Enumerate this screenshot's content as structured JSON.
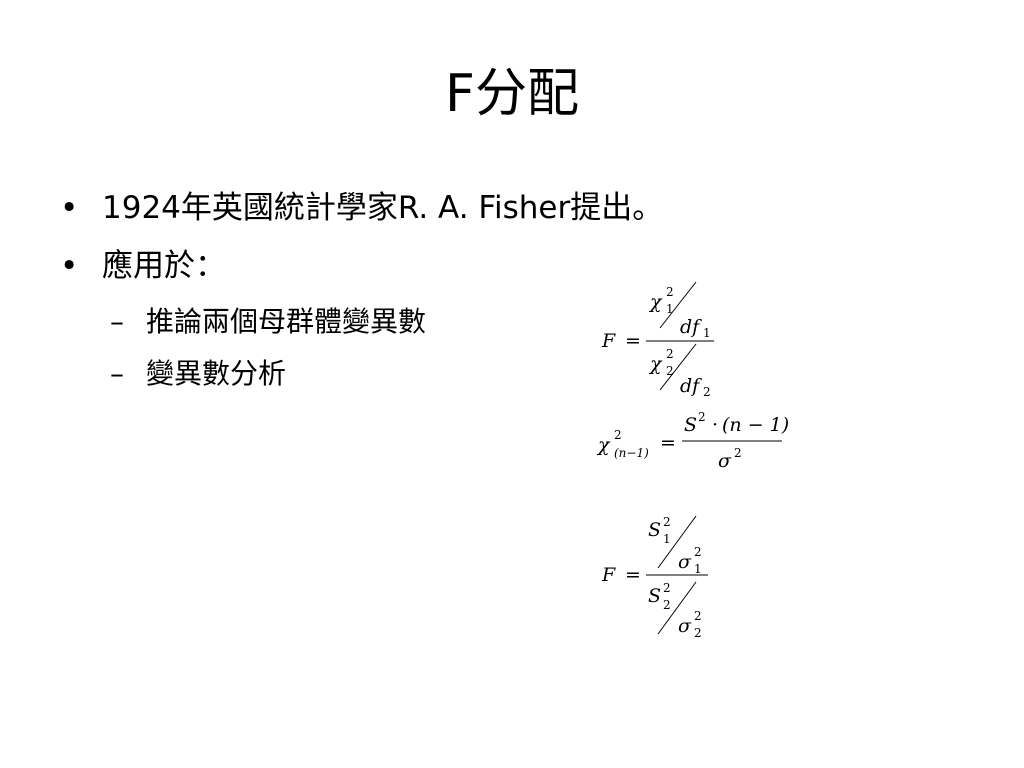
{
  "slide": {
    "title": "F分配",
    "bullets": [
      {
        "marker": "•",
        "text": "1924年英國統計學家R. A. Fisher提出。"
      },
      {
        "marker": "•",
        "text": "應用於："
      }
    ],
    "sub_bullets": [
      {
        "marker": "–",
        "text": "推論兩個母群體變異數"
      },
      {
        "marker": "–",
        "text": "變異數分析"
      }
    ]
  },
  "formulas": {
    "f_chi": {
      "lhs": "F",
      "eq": "=",
      "num_sym": "χ",
      "num_sub": "1",
      "num_sup": "2",
      "num_df": "df",
      "num_df_sub": "1",
      "den_sym": "χ",
      "den_sub": "2",
      "den_sup": "2",
      "den_df": "df",
      "den_df_sub": "2"
    },
    "chi_def": {
      "lhs_sym": "χ",
      "lhs_sup": "2",
      "lhs_sub": "(n−1)",
      "eq": "=",
      "num_S": "S",
      "num_sup": "2",
      "num_dot": "·",
      "num_paren": "(n − 1)",
      "den_sigma": "σ",
      "den_sup": "2"
    },
    "f_var": {
      "lhs": "F",
      "eq": "=",
      "s1": "S",
      "s1_sub": "1",
      "s1_sup": "2",
      "sig1": "σ",
      "sig1_sub": "1",
      "sig1_sup": "2",
      "s2": "S",
      "s2_sub": "2",
      "s2_sup": "2",
      "sig2": "σ",
      "sig2_sub": "2",
      "sig2_sup": "2"
    }
  }
}
